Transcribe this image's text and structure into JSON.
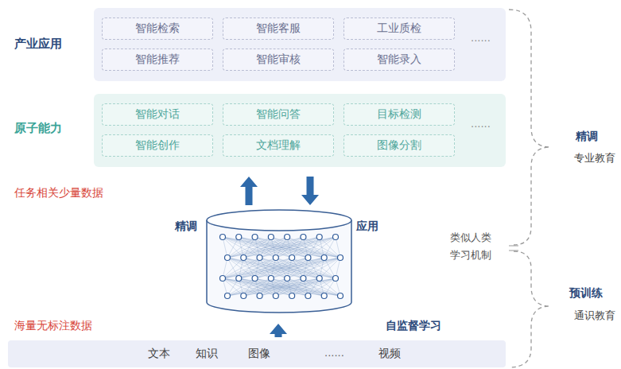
{
  "diagram": {
    "nodes": [
      {
        "text": [
          "产业应用",
          "......"
        ]
      },
      {
        "text": [
          "智能检索"
        ],
        "in": 0
      },
      {
        "text": [
          "智能客服"
        ],
        "in": 0
      },
      {
        "text": [
          "工业质检"
        ],
        "in": 0
      },
      {
        "text": [
          "智能推荐"
        ],
        "in": 0
      },
      {
        "text": [
          "智能审核"
        ],
        "in": 0
      },
      {
        "text": [
          "智能录入"
        ],
        "in": 0
      },
      {
        "text": [
          "原子能力",
          "......"
        ]
      },
      {
        "text": [
          "智能对话"
        ],
        "in": 7
      },
      {
        "text": [
          "智能问答"
        ],
        "in": 7
      },
      {
        "text": [
          "目标检测"
        ],
        "in": 7
      },
      {
        "text": [
          "智能创作"
        ],
        "in": 7
      },
      {
        "text": [
          "文档理解"
        ],
        "in": 7
      },
      {
        "text": [
          "图像分割"
        ],
        "in": 7
      },
      {
        "text": [
          "精调",
          "应用"
        ]
      },
      {
        "text": [
          "文本",
          "知识",
          "图像",
          "......",
          "视频"
        ]
      }
    ],
    "edges": [
      {
        "from": 14,
        "to": 7,
        "arrow": "to"
      },
      {
        "from": 7,
        "to": 14,
        "arrow": "to"
      },
      {
        "from": 15,
        "to": 14,
        "arrow": "to"
      }
    ],
    "labels": [
      "任务相关少量数据",
      "海量无标注数据",
      "自监督学习",
      "精调",
      "专业教育",
      "类似人类 学习机制",
      "预训练",
      "通识教育"
    ]
  }
}
